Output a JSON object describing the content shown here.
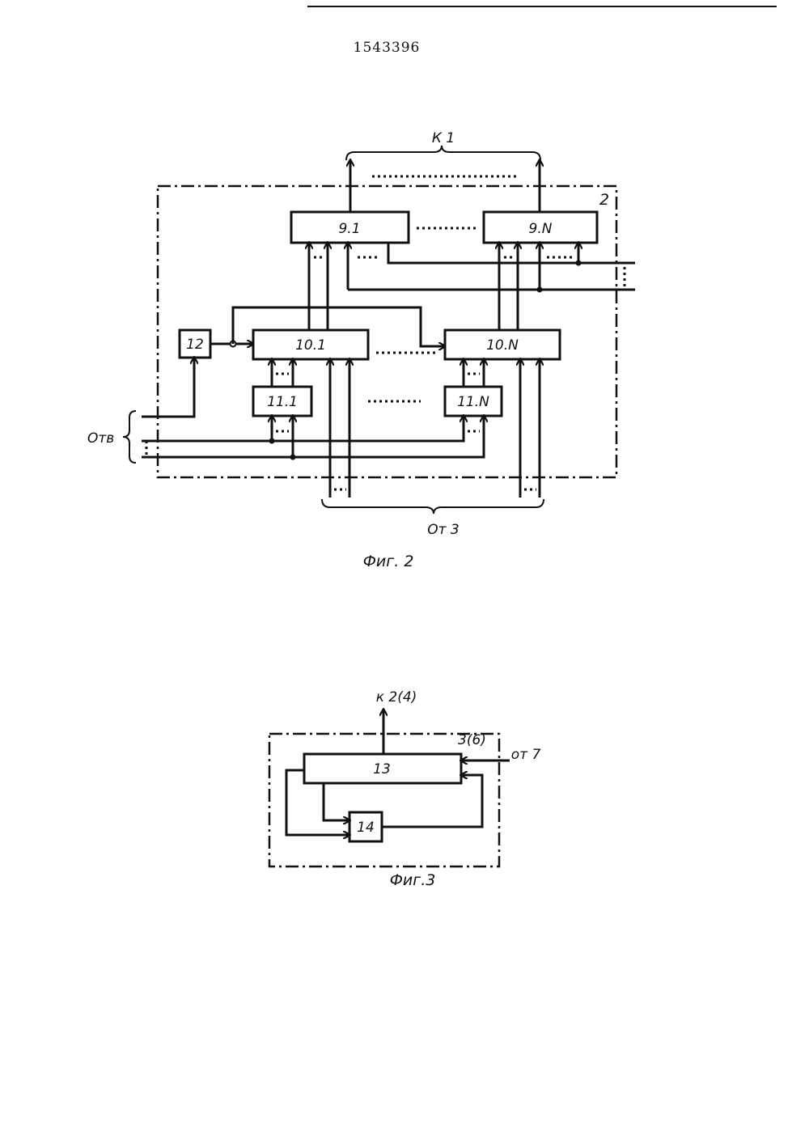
{
  "document": {
    "patent_number": "1543396"
  },
  "fig2": {
    "caption": "Фиг. 2",
    "frame_label": "2",
    "top_label": "К 1",
    "bottom_label": "От 3",
    "left_label": "Отв",
    "blocks": {
      "b9_1": "9.1",
      "b9_n": "9.N",
      "b10_1": "10.1",
      "b10_n": "10.N",
      "b11_1": "11.1",
      "b11_n": "11.N",
      "b12": "12"
    }
  },
  "fig3": {
    "caption": "Фиг.3",
    "frame_label": "3(6)",
    "out_label": "к 2(4)",
    "in_label": "от 7",
    "blocks": {
      "b13": "13",
      "b14": "14"
    }
  }
}
